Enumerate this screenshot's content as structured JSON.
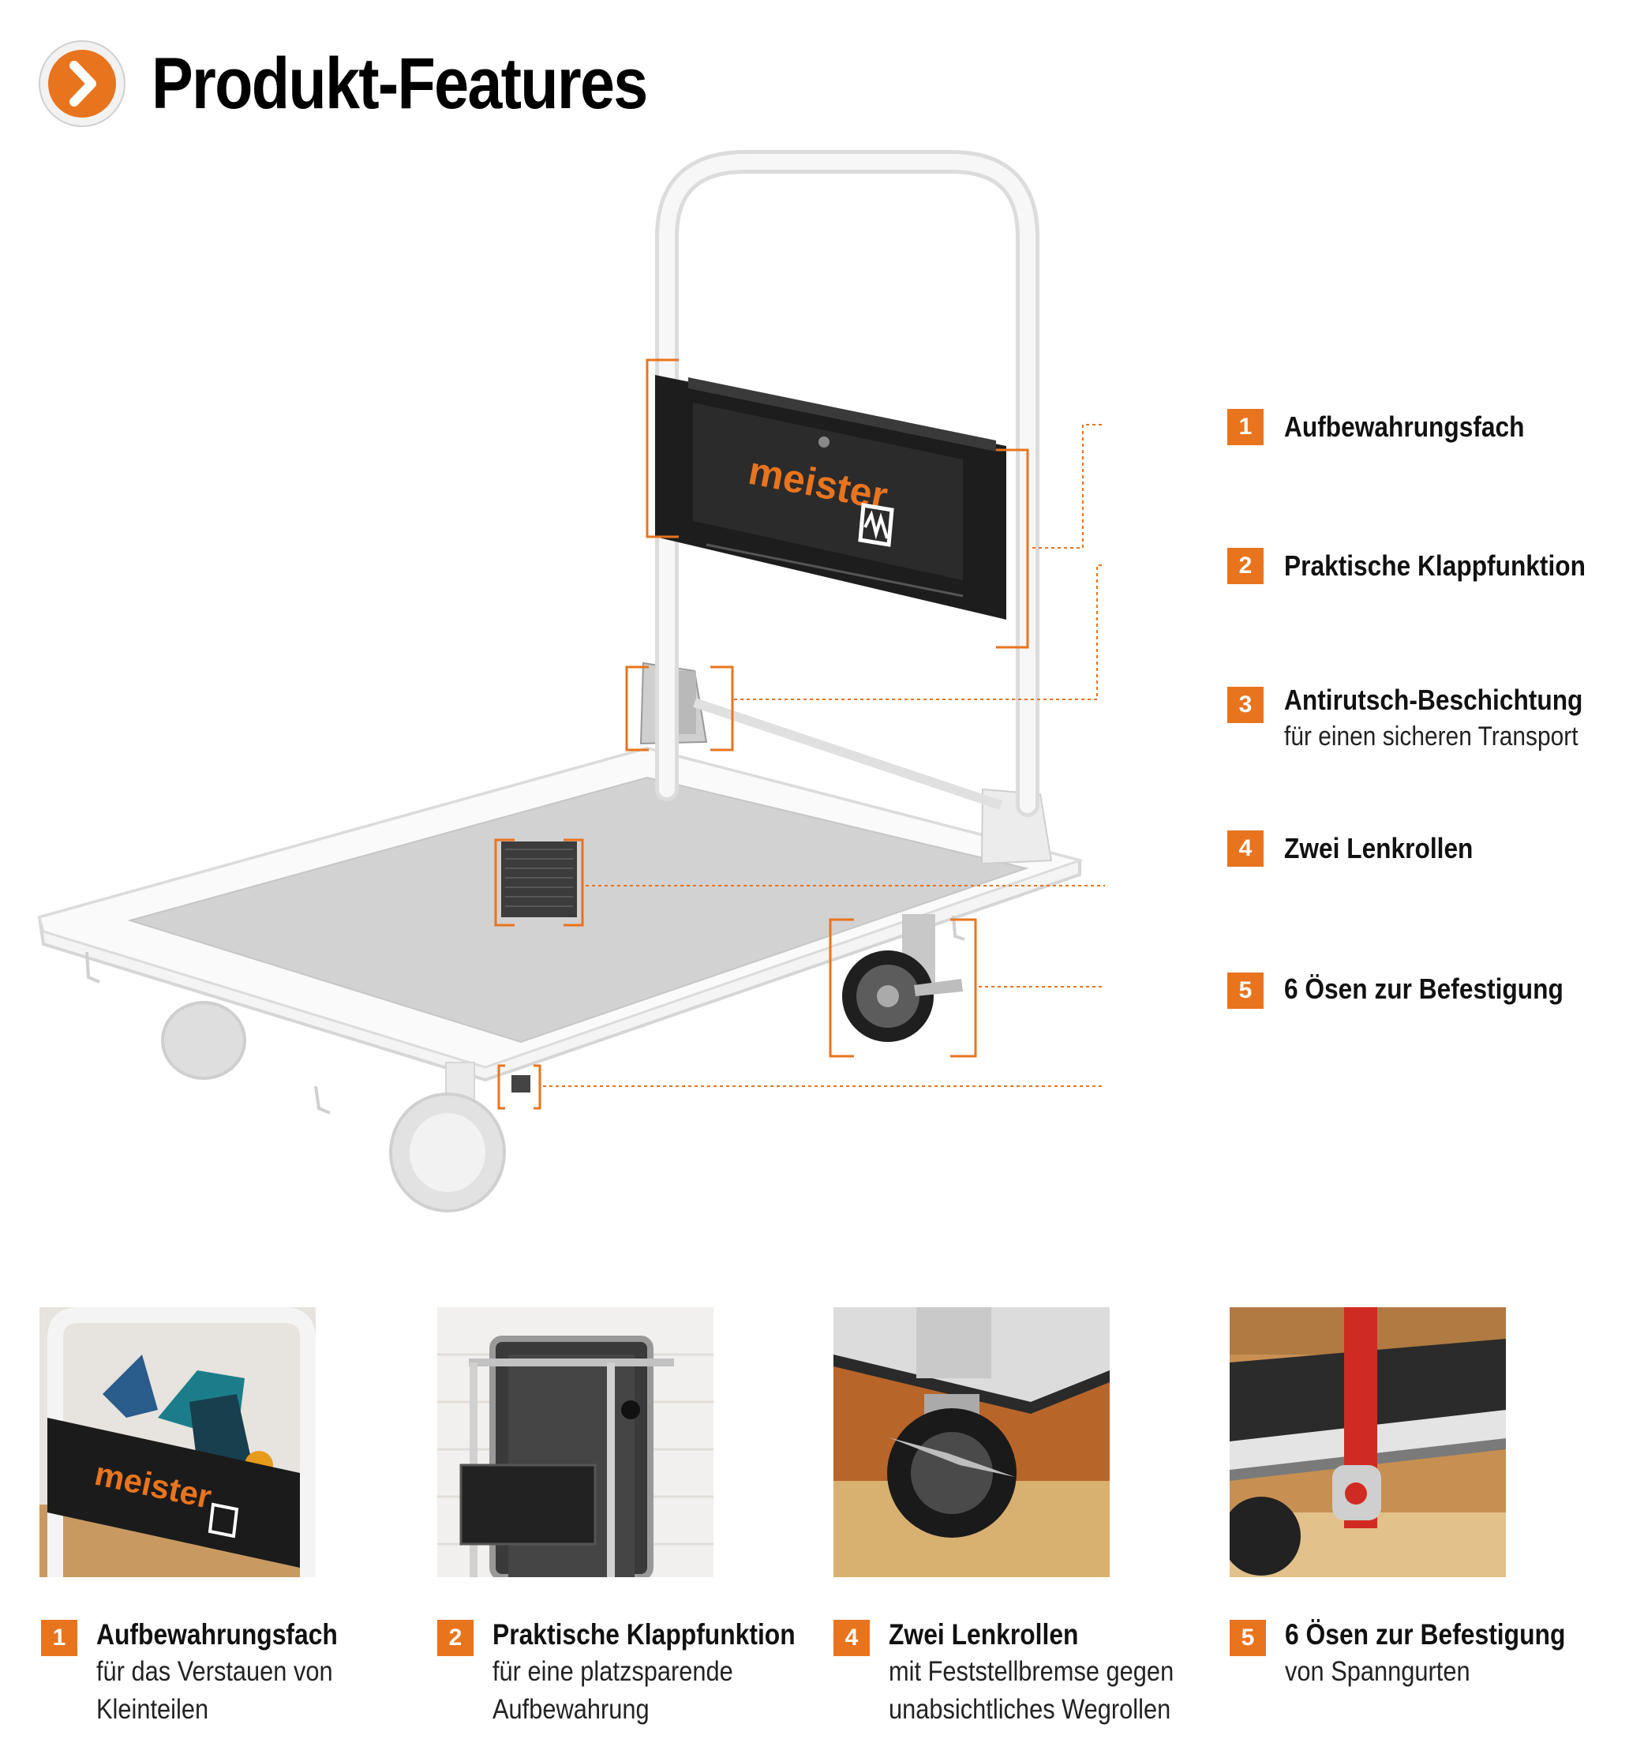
{
  "header": {
    "title": "Produkt-Features",
    "icon": "chevron-right-icon",
    "accent_color": "#e8741e"
  },
  "product": {
    "brand": "meister"
  },
  "callouts": [
    {
      "number": "1",
      "title": "Aufbewahrungsfach",
      "subtitle": ""
    },
    {
      "number": "2",
      "title": "Praktische Klappfunktion",
      "subtitle": ""
    },
    {
      "number": "3",
      "title": "Antirutsch-Beschichtung",
      "subtitle": "für einen sicheren Transport"
    },
    {
      "number": "4",
      "title": "Zwei Lenkrollen",
      "subtitle": ""
    },
    {
      "number": "5",
      "title": "6 Ösen zur Befestigung",
      "subtitle": ""
    }
  ],
  "features": [
    {
      "number": "1",
      "title": "Aufbewahrungsfach",
      "line1": "für das Verstauen von",
      "line2": "Kleinteilen"
    },
    {
      "number": "2",
      "title": "Praktische Klappfunktion",
      "line1": "für eine platzsparende",
      "line2": "Aufbewahrung"
    },
    {
      "number": "4",
      "title": "Zwei Lenkrollen",
      "line1": "mit Feststellbremse gegen",
      "line2": "unabsichtliches Wegrollen"
    },
    {
      "number": "5",
      "title": "6 Ösen zur Befestigung",
      "line1": "von Spanngurten",
      "line2": ""
    }
  ]
}
